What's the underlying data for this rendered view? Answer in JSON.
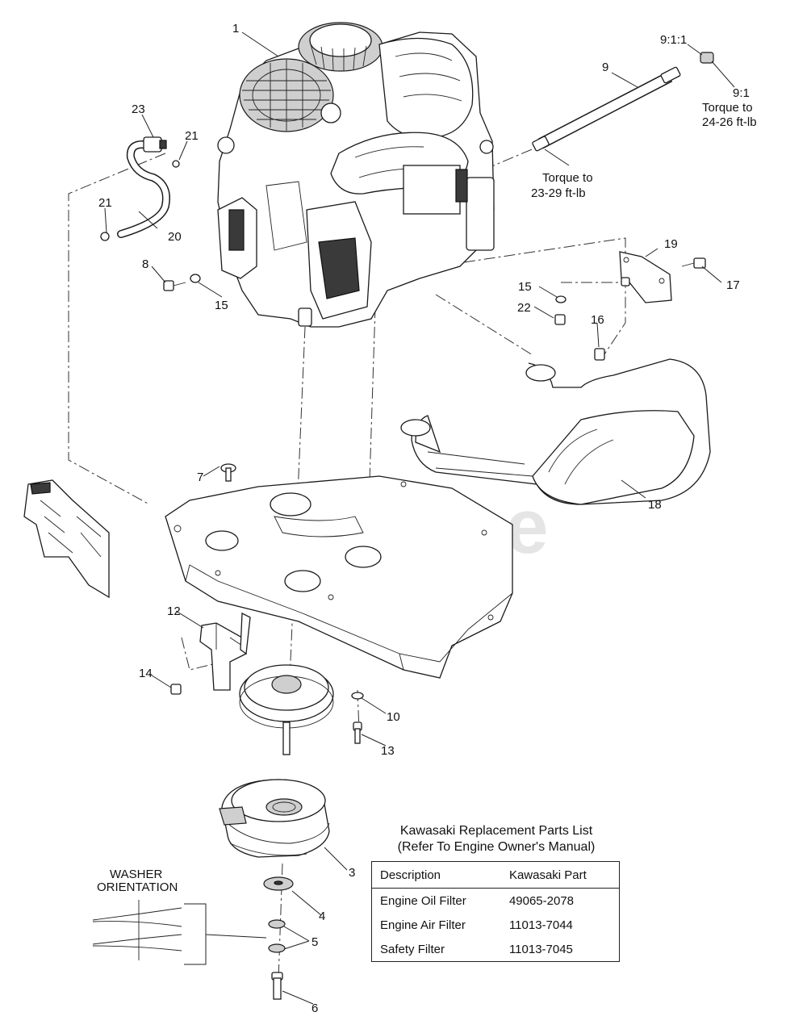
{
  "callouts": {
    "c1": "1",
    "c3": "3",
    "c4": "4",
    "c5": "5",
    "c6": "6",
    "c7": "7",
    "c8": "8",
    "c9": "9",
    "c9_1": "9:1",
    "c9_1_1": "9:1:1",
    "c10": "10",
    "c12": "12",
    "c13": "13",
    "c14": "14",
    "c15a": "15",
    "c15b": "15",
    "c16": "16",
    "c17": "17",
    "c18": "18",
    "c19": "19",
    "c20": "20",
    "c21a": "21",
    "c21b": "21",
    "c22": "22",
    "c23": "23"
  },
  "torque_notes": {
    "fitting_line1": "Torque to",
    "fitting_line2": "24-26 ft-lb",
    "hose_line1": "Torque to",
    "hose_line2": "23-29 ft-lb"
  },
  "washer_orientation": {
    "line1": "WASHER",
    "line2": "ORIENTATION"
  },
  "watermark": {
    "text": "PartsTree",
    "tm": "TM"
  },
  "parts_list": {
    "title_line1": "Kawasaki Replacement Parts List",
    "title_line2": "(Refer To Engine Owner's Manual)",
    "headers": [
      "Description",
      "Kawasaki Part"
    ],
    "rows": [
      {
        "description": "Engine Oil Filter",
        "part": "49065-2078"
      },
      {
        "description": "Engine Air Filter",
        "part": "11013-7044"
      },
      {
        "description": "Safety Filter",
        "part": "11013-7045"
      }
    ]
  }
}
